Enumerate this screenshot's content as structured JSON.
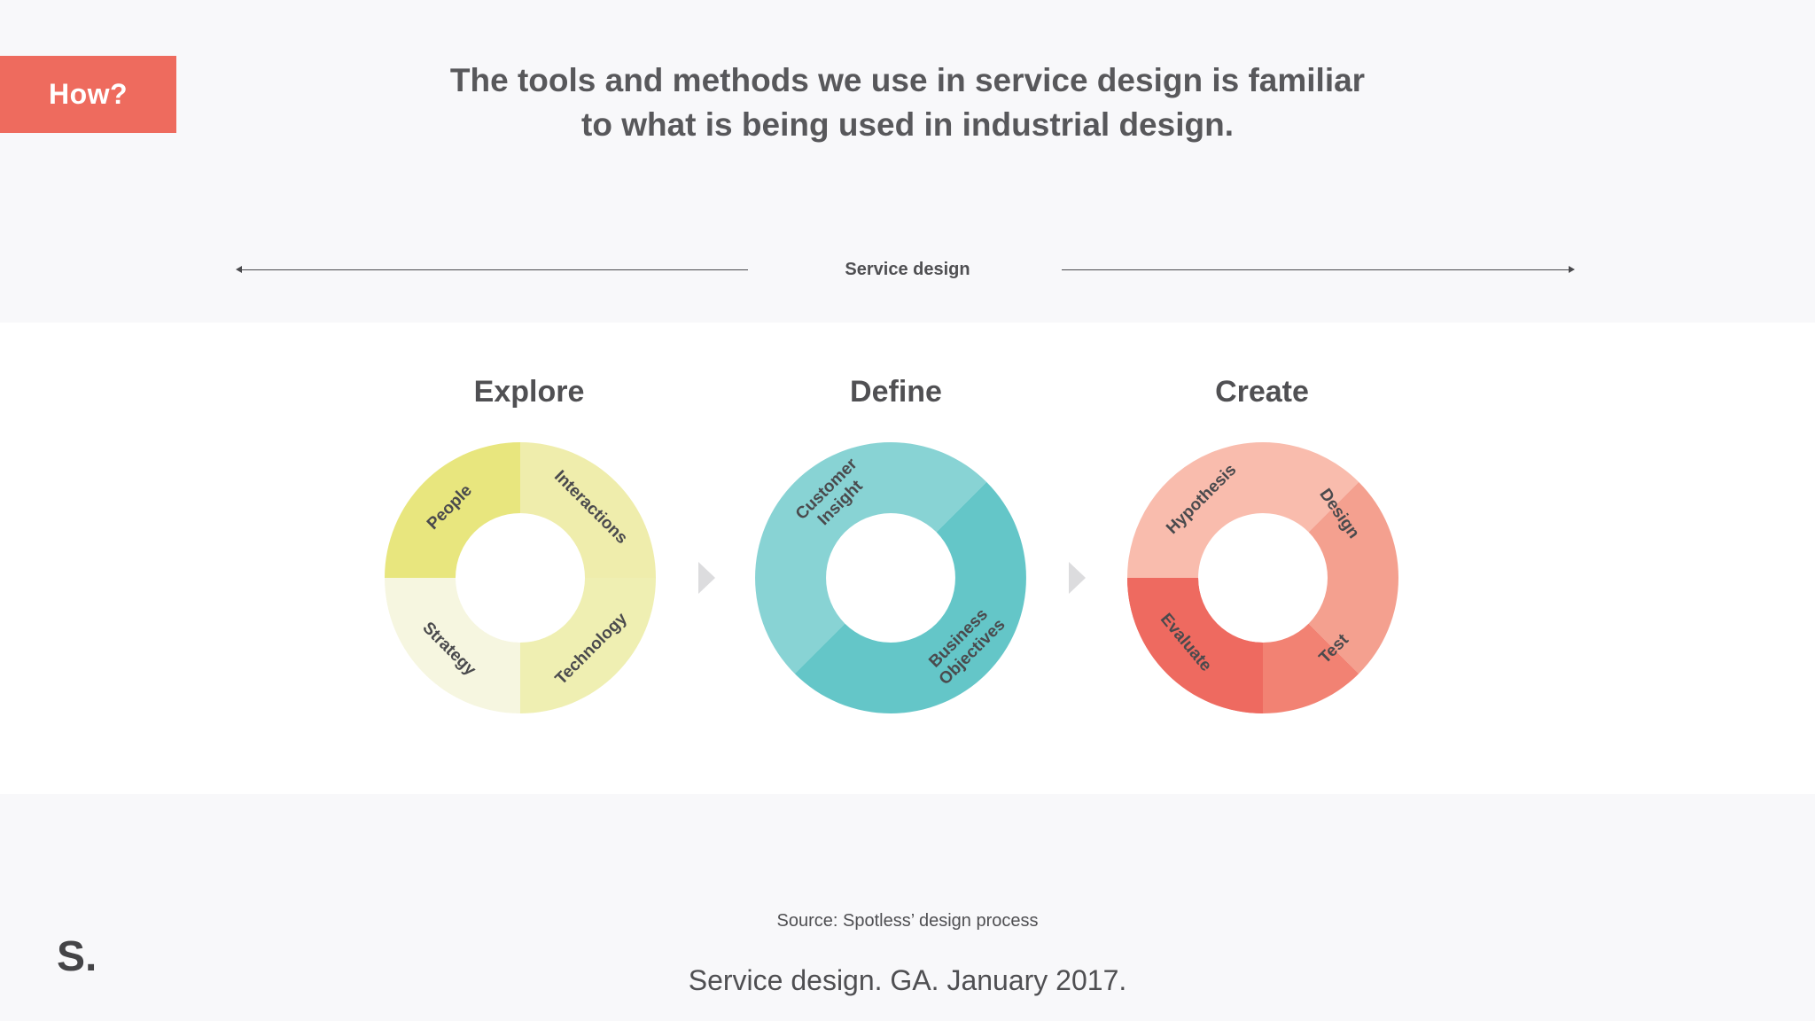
{
  "tag": "How?",
  "headline": {
    "line1": "The tools and methods we use in service design is familiar",
    "line2": "to what is being used in industrial design."
  },
  "axis_label": "Service design",
  "stages": [
    {
      "title": "Explore",
      "segments": [
        {
          "label": "People",
          "color": "#e8e67e"
        },
        {
          "label": "Interactions",
          "color": "#efedac"
        },
        {
          "label": "Technology",
          "color": "#efefb2"
        },
        {
          "label": "Strategy",
          "color": "#f6f6e0"
        }
      ]
    },
    {
      "title": "Define",
      "segments": [
        {
          "label": "Customer Insight",
          "color": "#88d3d4"
        },
        {
          "label": "Business Objectives",
          "color": "#64c6c8"
        }
      ]
    },
    {
      "title": "Create",
      "segments": [
        {
          "label": "Hypothesis",
          "color": "#f9bcad"
        },
        {
          "label": "Design",
          "color": "#f4a08f"
        },
        {
          "label": "Test",
          "color": "#f28273"
        },
        {
          "label": "Evaluate",
          "color": "#ee6a60"
        }
      ]
    }
  ],
  "arrow_color": "#dcdcde",
  "source": "Source: Spotless’ design process",
  "footer": "Service design. GA. January 2017.",
  "logo": "S."
}
